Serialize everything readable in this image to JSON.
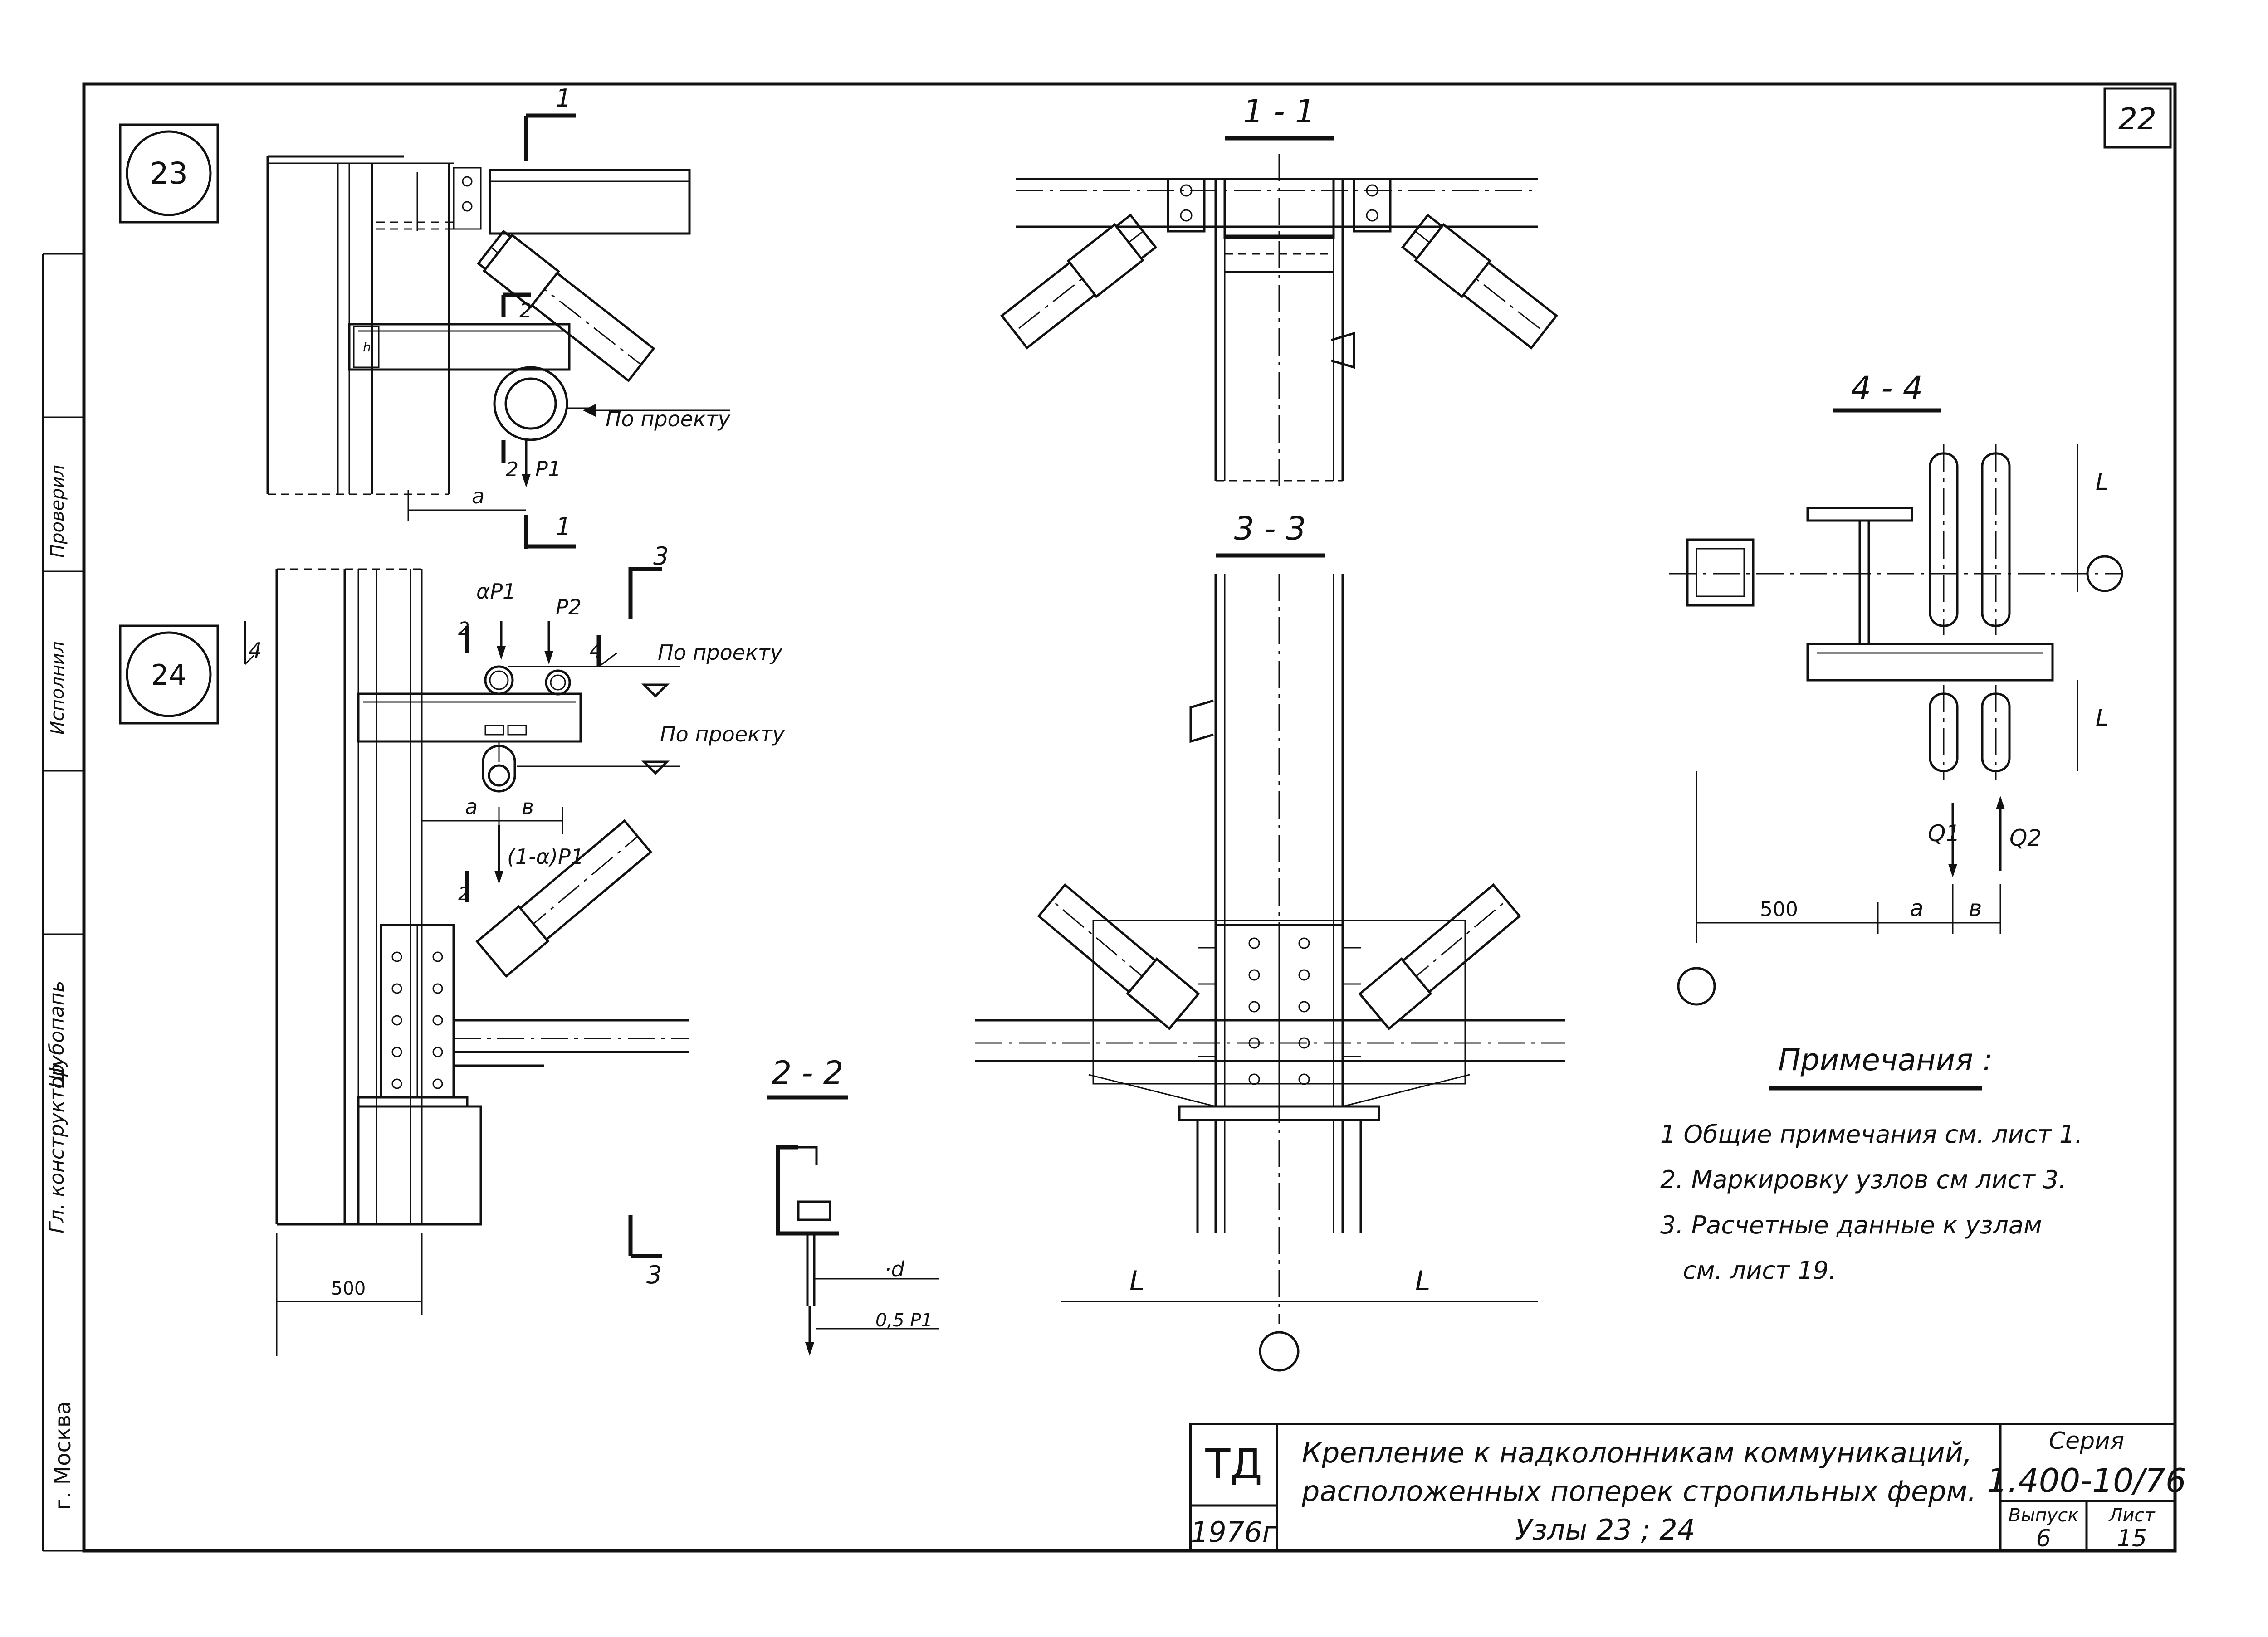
{
  "sheet": {
    "sheet_number": "22",
    "node_23": "23",
    "node_24": "24"
  },
  "side_stamp": {
    "role": "Гл. конструктор",
    "name": "Шубопапь",
    "dept_1": "Исполнил",
    "dept_2": "Проверил",
    "city": "г. Москва"
  },
  "sections": {
    "s11": "1 - 1",
    "s22": "2 - 2",
    "s33": "3 - 3",
    "s44": "4 - 4"
  },
  "labels": {
    "cut_1": "1",
    "cut_2": "2",
    "cut_3": "3",
    "cut_4": "4",
    "by_project": "По проекту",
    "P1": "P1",
    "P2": "P2",
    "alphaP1": "αP1",
    "one_minus_alpha_P1": "(1-α)P1",
    "a": "a",
    "b": "в",
    "h": "h",
    "dim_500": "500",
    "L": "L",
    "d": "·d",
    "half_P1": "0,5 P1",
    "Q1": "Q1",
    "Q2": "Q2"
  },
  "notes": {
    "title": "Примечания :",
    "items": [
      "1 Общие примечания см. лист 1.",
      "2. Маркировку узлов см лист 3.",
      "3. Расчетные данные к узлам",
      "см. лист 19."
    ]
  },
  "title_block": {
    "org": "ТД",
    "year": "1976г",
    "title_line_1": "Крепление к надколонникам коммуникаций,",
    "title_line_2": "расположенных поперек стропильных ферм.",
    "title_line_3": "Узлы 23 ; 24",
    "series_label": "Серия",
    "series_value": "1.400-10/76",
    "issue_label": "Выпуск",
    "issue_value": "6",
    "sheet_label": "Лист",
    "sheet_value": "15"
  }
}
